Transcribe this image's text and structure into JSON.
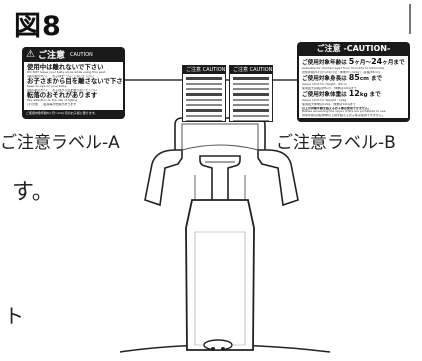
{
  "figure": {
    "title": "図8"
  },
  "captions": {
    "label_a": "ご注意ラベル-A",
    "label_b": "ご注意ラベル-B"
  },
  "edge_text": {
    "su": "す。",
    "to": "ト"
  },
  "label_a": {
    "header_icon": "warning-triangle-icon",
    "header_jp": "ご注意",
    "header_en": "CAUTION",
    "lines": [
      {
        "jp": "使用中は離れないで下さい",
        "en": "DO NOT leave your baby alone while using this seat.",
        "sub": "(保育者の方へ)　· お子様を一人にしないで下さい"
      },
      {
        "jp": "お子さまから目を離さないで下さい",
        "en": "Keep an eye on your baby.",
        "sub": "(保育者の方へ)　· お子様から目を離さないで下さい"
      },
      {
        "jp": "転落のおそれがあります",
        "en": "Pay attention to the risk of falling.",
        "sub": "(その他)　· 転落等の危険があります"
      }
    ],
    "footer": "ご使用対象年齢5ヶ月〜24ヶ月のお子様に限ります。"
  },
  "small_labels": [
    {
      "header": "ご注意 CAUTION"
    },
    {
      "header": "ご注意 CAUTION"
    }
  ],
  "label_b": {
    "header": "ご注意 -CAUTION-",
    "sections": [
      {
        "jp_prefix": "ご使用対象年齢は",
        "v1": "5",
        "unit1": "ヶ月〜",
        "v2": "24",
        "unit2": "ヶ月まで",
        "en": "Available for children aged from 5months to 24months",
        "sub": "対象年齢(5ヶ月〜24ヶ月) · 体重(5〜12kg) · 身長(85cm)"
      },
      {
        "jp_prefix": "ご使用対象身長は",
        "v1": "85",
        "unit1": "cm まで",
        "en": "Upper Limit for Height : 85cm",
        "sub": "使用最大身長は85cm · 体重は12kgまで"
      },
      {
        "jp_prefix": "ご使用対象体重は",
        "v1": "12",
        "unit1": "kg まで",
        "en": "Upper Limit for Weight : 12kg",
        "sub": "使用最大体重は12kg · 体重は12kgまで"
      },
      {
        "jp_prefix": "以上の対象年齢を超えるお子様は使用できません。",
        "en": "Babies exceeding the upper limits are prohibited to use.",
        "sub": "対象年齢/身長/体重の上限を超えるお子様は使用できません。"
      }
    ]
  }
}
